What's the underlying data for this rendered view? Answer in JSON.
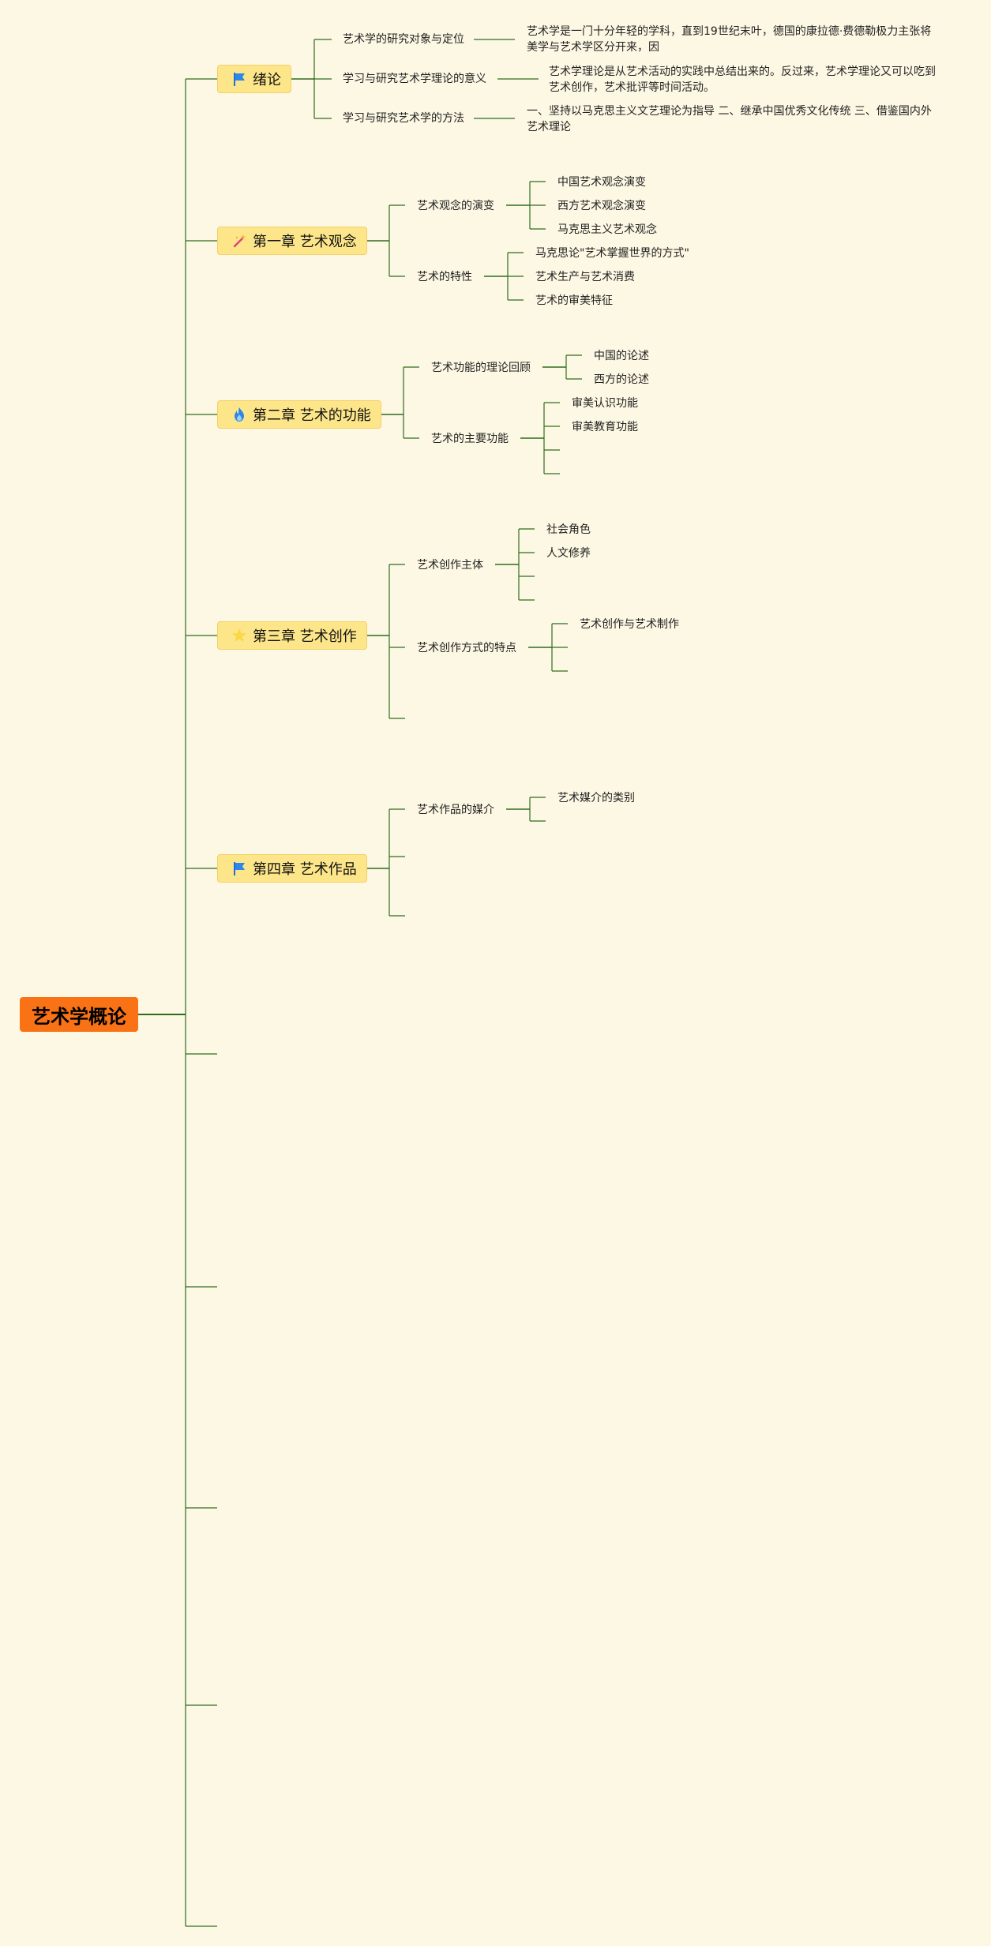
{
  "root": {
    "label": "艺术学概论"
  },
  "chapters": [
    {
      "label": "绪论",
      "icon": "blue-flag-icon",
      "topics": [
        {
          "label": "艺术学的研究对象与定位",
          "detail": "艺术学是一门十分年轻的学科，直到19世纪末叶，德国的康拉德·费德勒极力主张将美学与艺术学区分开来，因"
        },
        {
          "label": "学习与研究艺术学理论的意义",
          "detail": "艺术学理论是从艺术活动的实践中总结出来的。反过来，艺术学理论又可以吃到艺术创作，艺术批评等时间活动。"
        },
        {
          "label": "学习与研究艺术学的方法",
          "detail": "一、坚持以马克思主义文艺理论为指导 二、继承中国优秀文化传统 三、借鉴国内外艺术理论"
        }
      ]
    },
    {
      "label": "第一章 艺术观念",
      "icon": "magic-wand-icon",
      "topics": [
        {
          "label": "艺术观念的演变",
          "children": [
            "中国艺术观念演变",
            "西方艺术观念演变",
            "马克思主义艺术观念"
          ]
        },
        {
          "label": "艺术的特性",
          "children": [
            "马克思论\"艺术掌握世界的方式\"",
            "艺术生产与艺术消费",
            "艺术的审美特征"
          ]
        }
      ]
    },
    {
      "label": "第二章 艺术的功能",
      "icon": "fire-icon",
      "topics": [
        {
          "label": "艺术功能的理论回顾",
          "children": [
            "中国的论述",
            "西方的论述"
          ]
        },
        {
          "label": "艺术的主要功能",
          "children": [
            "审美认识功能",
            "审美教育功能",
            "",
            ""
          ]
        }
      ]
    },
    {
      "label": "第三章 艺术创作",
      "icon": "star-icon",
      "topics": [
        {
          "label": "艺术创作主体",
          "children": [
            "社会角色",
            "人文修养",
            "",
            ""
          ]
        },
        {
          "label": "艺术创作方式的特点",
          "children": [
            "艺术创作与艺术制作",
            "",
            ""
          ]
        },
        {
          "label": "",
          "children": []
        }
      ]
    },
    {
      "label": "第四章 艺术作品",
      "icon": "blue-flag-icon",
      "topics": [
        {
          "label": "艺术作品的媒介",
          "children": [
            "艺术媒介的类别",
            ""
          ]
        },
        {
          "label": "",
          "children": []
        },
        {
          "label": "",
          "children": []
        }
      ]
    }
  ],
  "empty_branches": 5,
  "colors": {
    "background": "#fdf8e4",
    "line": "#2f6b1f",
    "root_fill": "#f97316",
    "chapter_fill": "#fde68a"
  }
}
